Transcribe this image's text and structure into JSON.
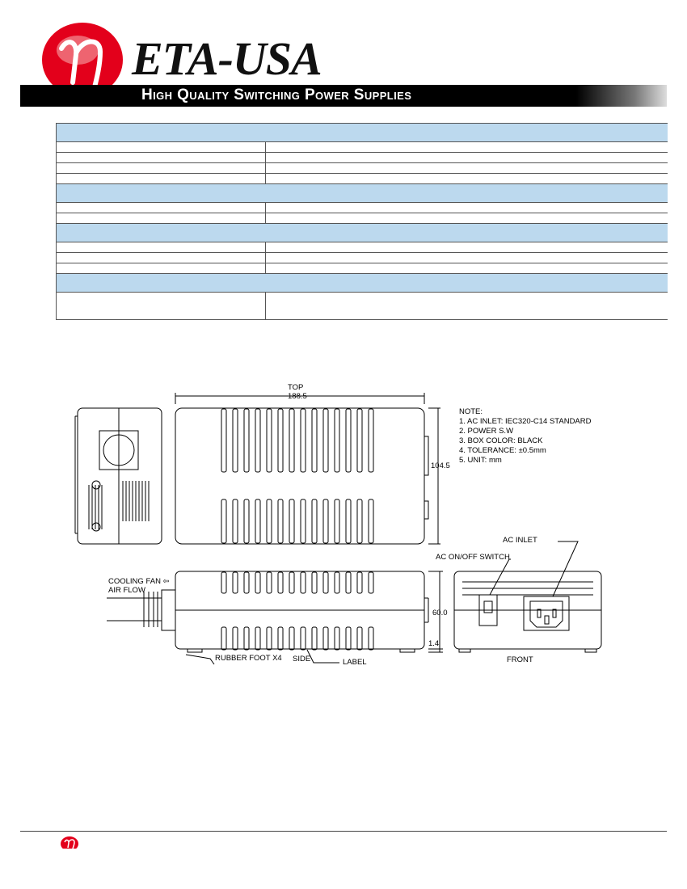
{
  "brand": {
    "name": "ETA-USA",
    "tagline": "High Quality Switching Power Supplies",
    "logo_icon": "eta-symbol-icon",
    "logo_color": "#e3001b"
  },
  "spec_table": {
    "header_color": "#bcd9ee",
    "sections": [
      {
        "rows": 4
      },
      {
        "rows": 2
      },
      {
        "rows": 3
      },
      {
        "rows": 1,
        "tall": true
      }
    ]
  },
  "drawing": {
    "top_label": "TOP",
    "top_width": "188.5",
    "height_dim": "104.5",
    "side_height": "60.0",
    "foot_height": "1.4",
    "note_title": "NOTE:",
    "notes": [
      "1. AC INLET: IEC320-C14 STANDARD",
      "2. POWER S.W",
      "3. BOX COLOR: BLACK",
      "4. TOLERANCE: ±0.5mm",
      "5. UNIT: mm"
    ],
    "ac_inlet": "AC INLET",
    "ac_switch": "AC ON/OFF SWITCH",
    "cooling_fan": "COOLING FAN ⇦",
    "air_flow": "AIR FLOW",
    "rubber_foot": "RUBBER FOOT X4",
    "side": "SIDE",
    "label": "LABEL",
    "front": "FRONT"
  }
}
